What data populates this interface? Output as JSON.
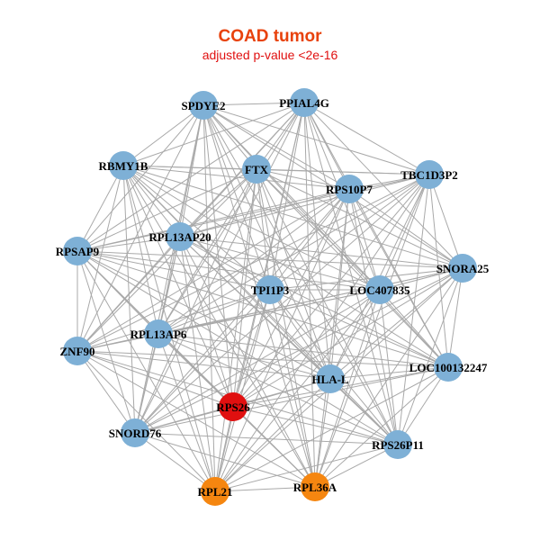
{
  "title": "COAD tumor",
  "subtitle": "adjusted p-value <2e-16",
  "colors": {
    "title": "#e8420c",
    "subtitle": "#e01010",
    "edge": "#a9a9a9",
    "default_node": "#7eb0d6",
    "highlight_node": "#e01010",
    "secondary_node": "#f58610"
  },
  "nodes": [
    {
      "id": "SPDYE2",
      "label": "SPDYE2",
      "color": "#7eb0d6"
    },
    {
      "id": "PPIAL4G",
      "label": "PPIAL4G",
      "color": "#7eb0d6"
    },
    {
      "id": "RBMY1B",
      "label": "RBMY1B",
      "color": "#7eb0d6"
    },
    {
      "id": "FTX",
      "label": "FTX",
      "color": "#7eb0d6"
    },
    {
      "id": "TBC1D3P2",
      "label": "TBC1D3P2",
      "color": "#7eb0d6"
    },
    {
      "id": "RPS10P7",
      "label": "RPS10P7",
      "color": "#7eb0d6"
    },
    {
      "id": "RPL13AP20",
      "label": "RPL13AP20",
      "color": "#7eb0d6"
    },
    {
      "id": "RPSAP9",
      "label": "RPSAP9",
      "color": "#7eb0d6"
    },
    {
      "id": "SNORA25",
      "label": "SNORA25",
      "color": "#7eb0d6"
    },
    {
      "id": "TPI1P3",
      "label": "TPI1P3",
      "color": "#7eb0d6"
    },
    {
      "id": "LOC407835",
      "label": "LOC407835",
      "color": "#7eb0d6"
    },
    {
      "id": "RPL13AP6",
      "label": "RPL13AP6",
      "color": "#7eb0d6"
    },
    {
      "id": "ZNF90",
      "label": "ZNF90",
      "color": "#7eb0d6"
    },
    {
      "id": "LOC100132247",
      "label": "LOC100132247",
      "color": "#7eb0d6"
    },
    {
      "id": "HLA-L",
      "label": "HLA-L",
      "color": "#7eb0d6"
    },
    {
      "id": "RPS26",
      "label": "RPS26",
      "color": "#e01010"
    },
    {
      "id": "SNORD76",
      "label": "SNORD76",
      "color": "#7eb0d6"
    },
    {
      "id": "RPS26P11",
      "label": "RPS26P11",
      "color": "#7eb0d6"
    },
    {
      "id": "RPL21",
      "label": "RPL21",
      "color": "#f58610"
    },
    {
      "id": "RPL36A",
      "label": "RPL36A",
      "color": "#f58610"
    }
  ],
  "edges": "all-pairs"
}
